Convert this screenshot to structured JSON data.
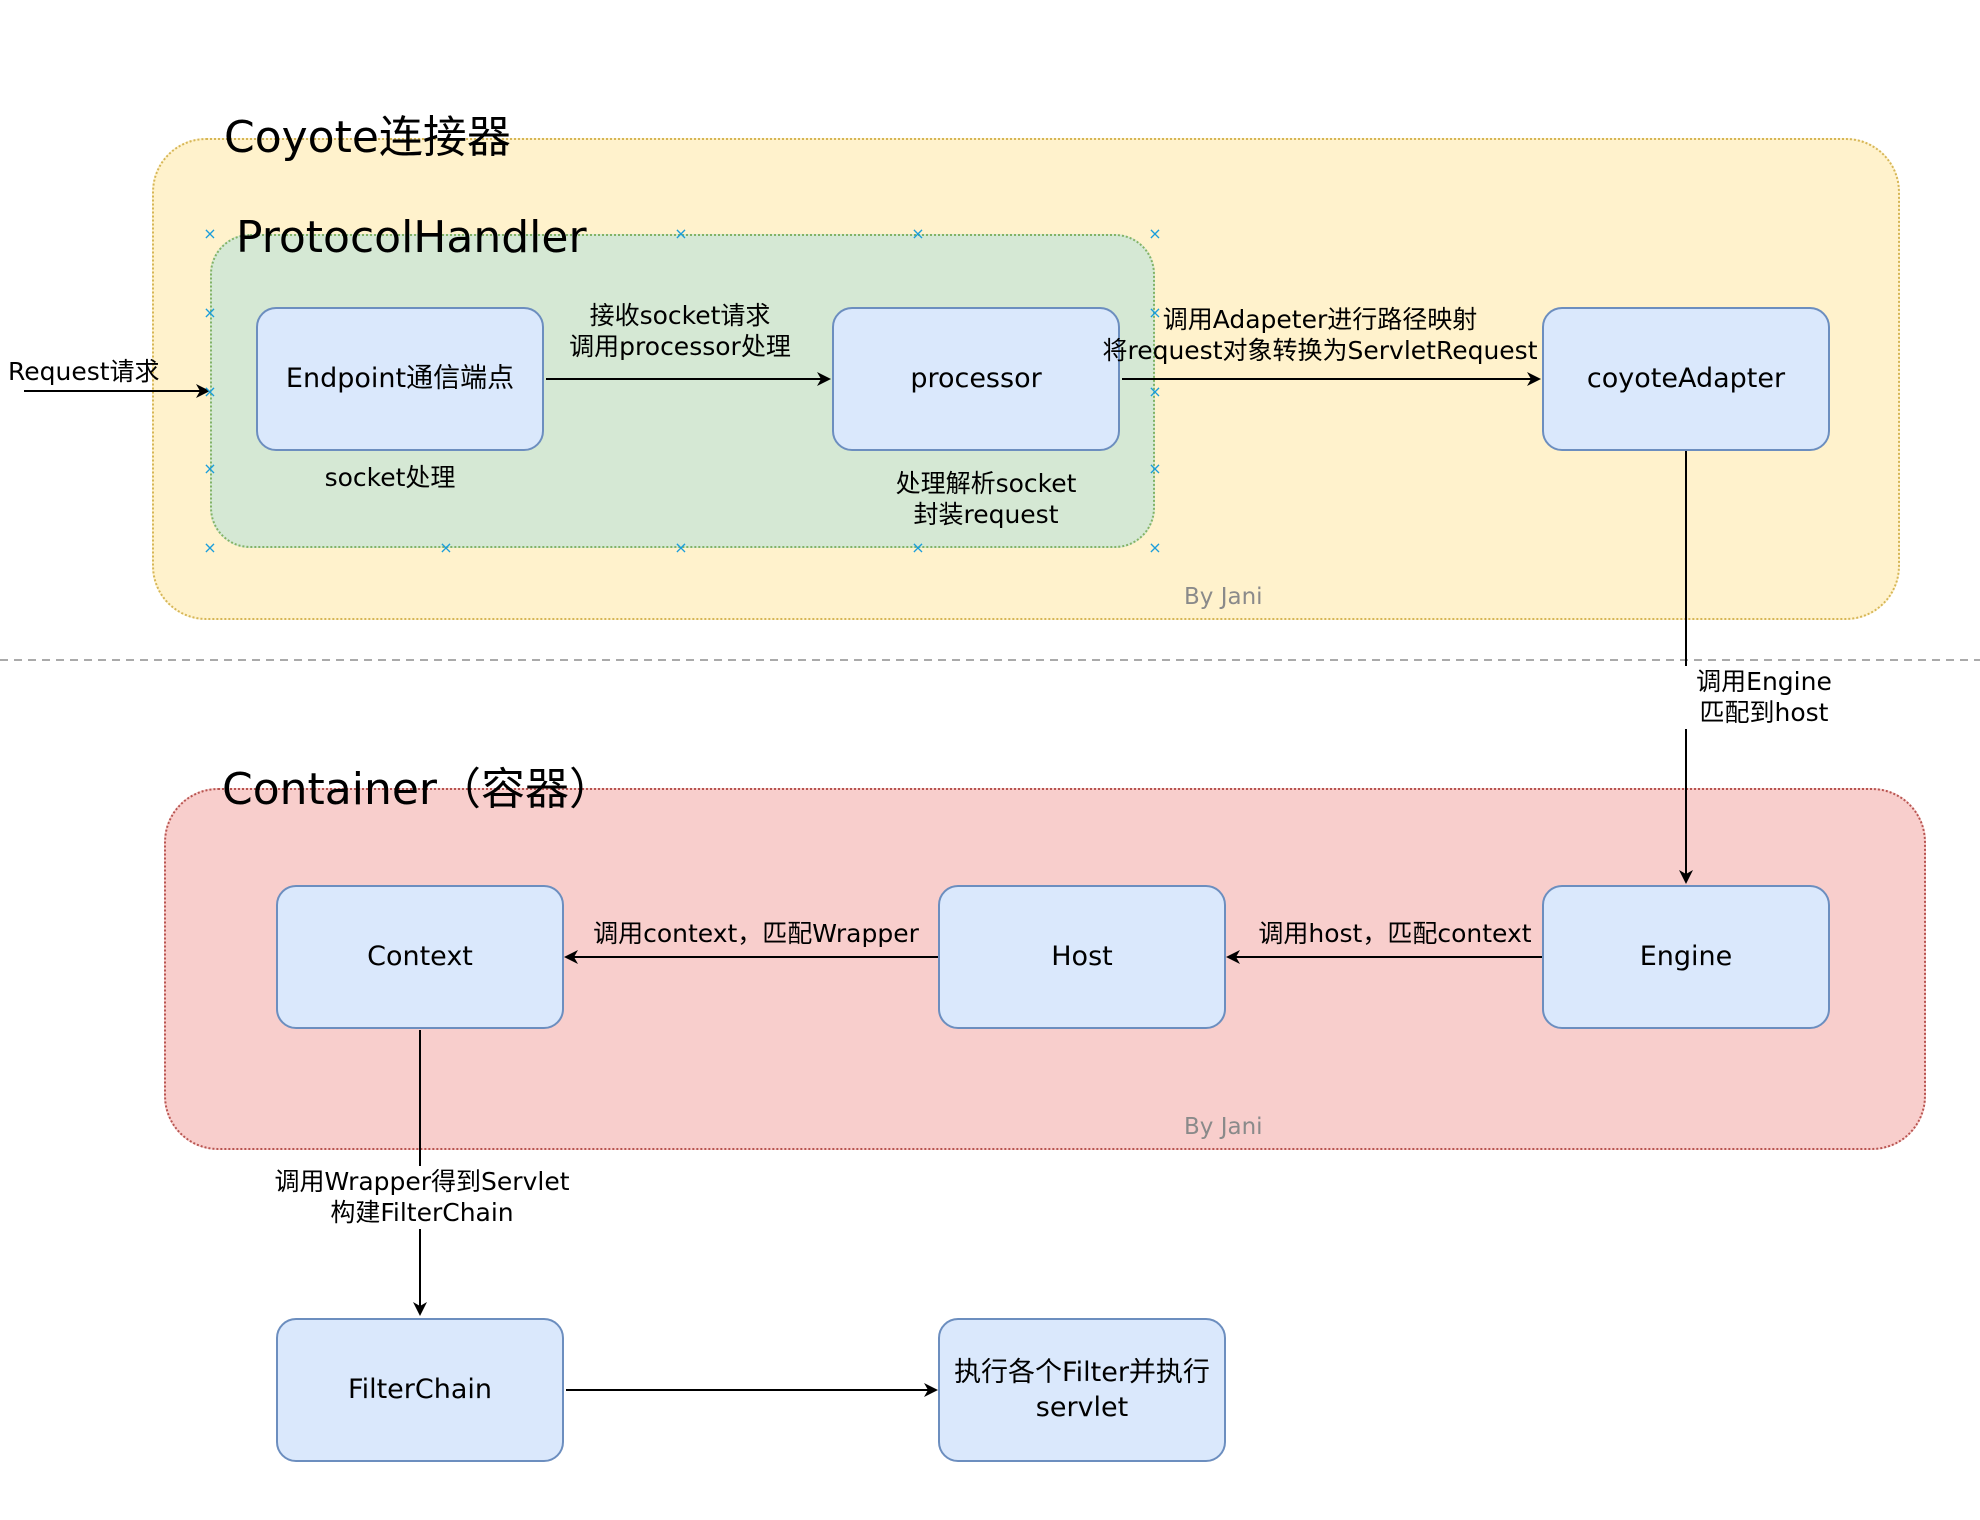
{
  "colors": {
    "coyote_fill": "#fff2cc",
    "coyote_border": "#d6b656",
    "protocol_fill": "#d5e8d4",
    "protocol_border": "#82b366",
    "container_fill": "#f8cecc",
    "container_border": "#b85450",
    "node_fill": "#dae8fc",
    "node_border": "#6c8ebf",
    "selection_marker": "#1a9ddb"
  },
  "groups": {
    "coyote": {
      "title": "Coyote连接器",
      "watermark": "By Jani"
    },
    "protocol": {
      "title": "ProtocolHandler"
    },
    "container": {
      "title": "Container（容器）",
      "watermark": "By Jani"
    }
  },
  "nodes": {
    "endpoint": "Endpoint通信端点",
    "processor": "processor",
    "coyote_adapter": "coyoteAdapter",
    "engine": "Engine",
    "host": "Host",
    "context": "Context",
    "filter_chain": "FilterChain",
    "execute": "执行各个Filter并执行\nservlet"
  },
  "labels": {
    "request": "Request请求",
    "socket_handle": "socket处理",
    "receive_socket": "接收socket请求\n调用processor处理",
    "parse_socket": "处理解析socket\n封装request",
    "call_adapter": "调用Adapeter进行路径映射\n将request对象转换为ServletRequest",
    "call_engine": "调用Engine\n匹配到host",
    "call_host": "调用host，匹配context",
    "call_context": "调用context，匹配Wrapper",
    "call_wrapper": "调用Wrapper得到Servlet\n构建FilterChain"
  },
  "selection_marker_icon": "x-mark-icon"
}
